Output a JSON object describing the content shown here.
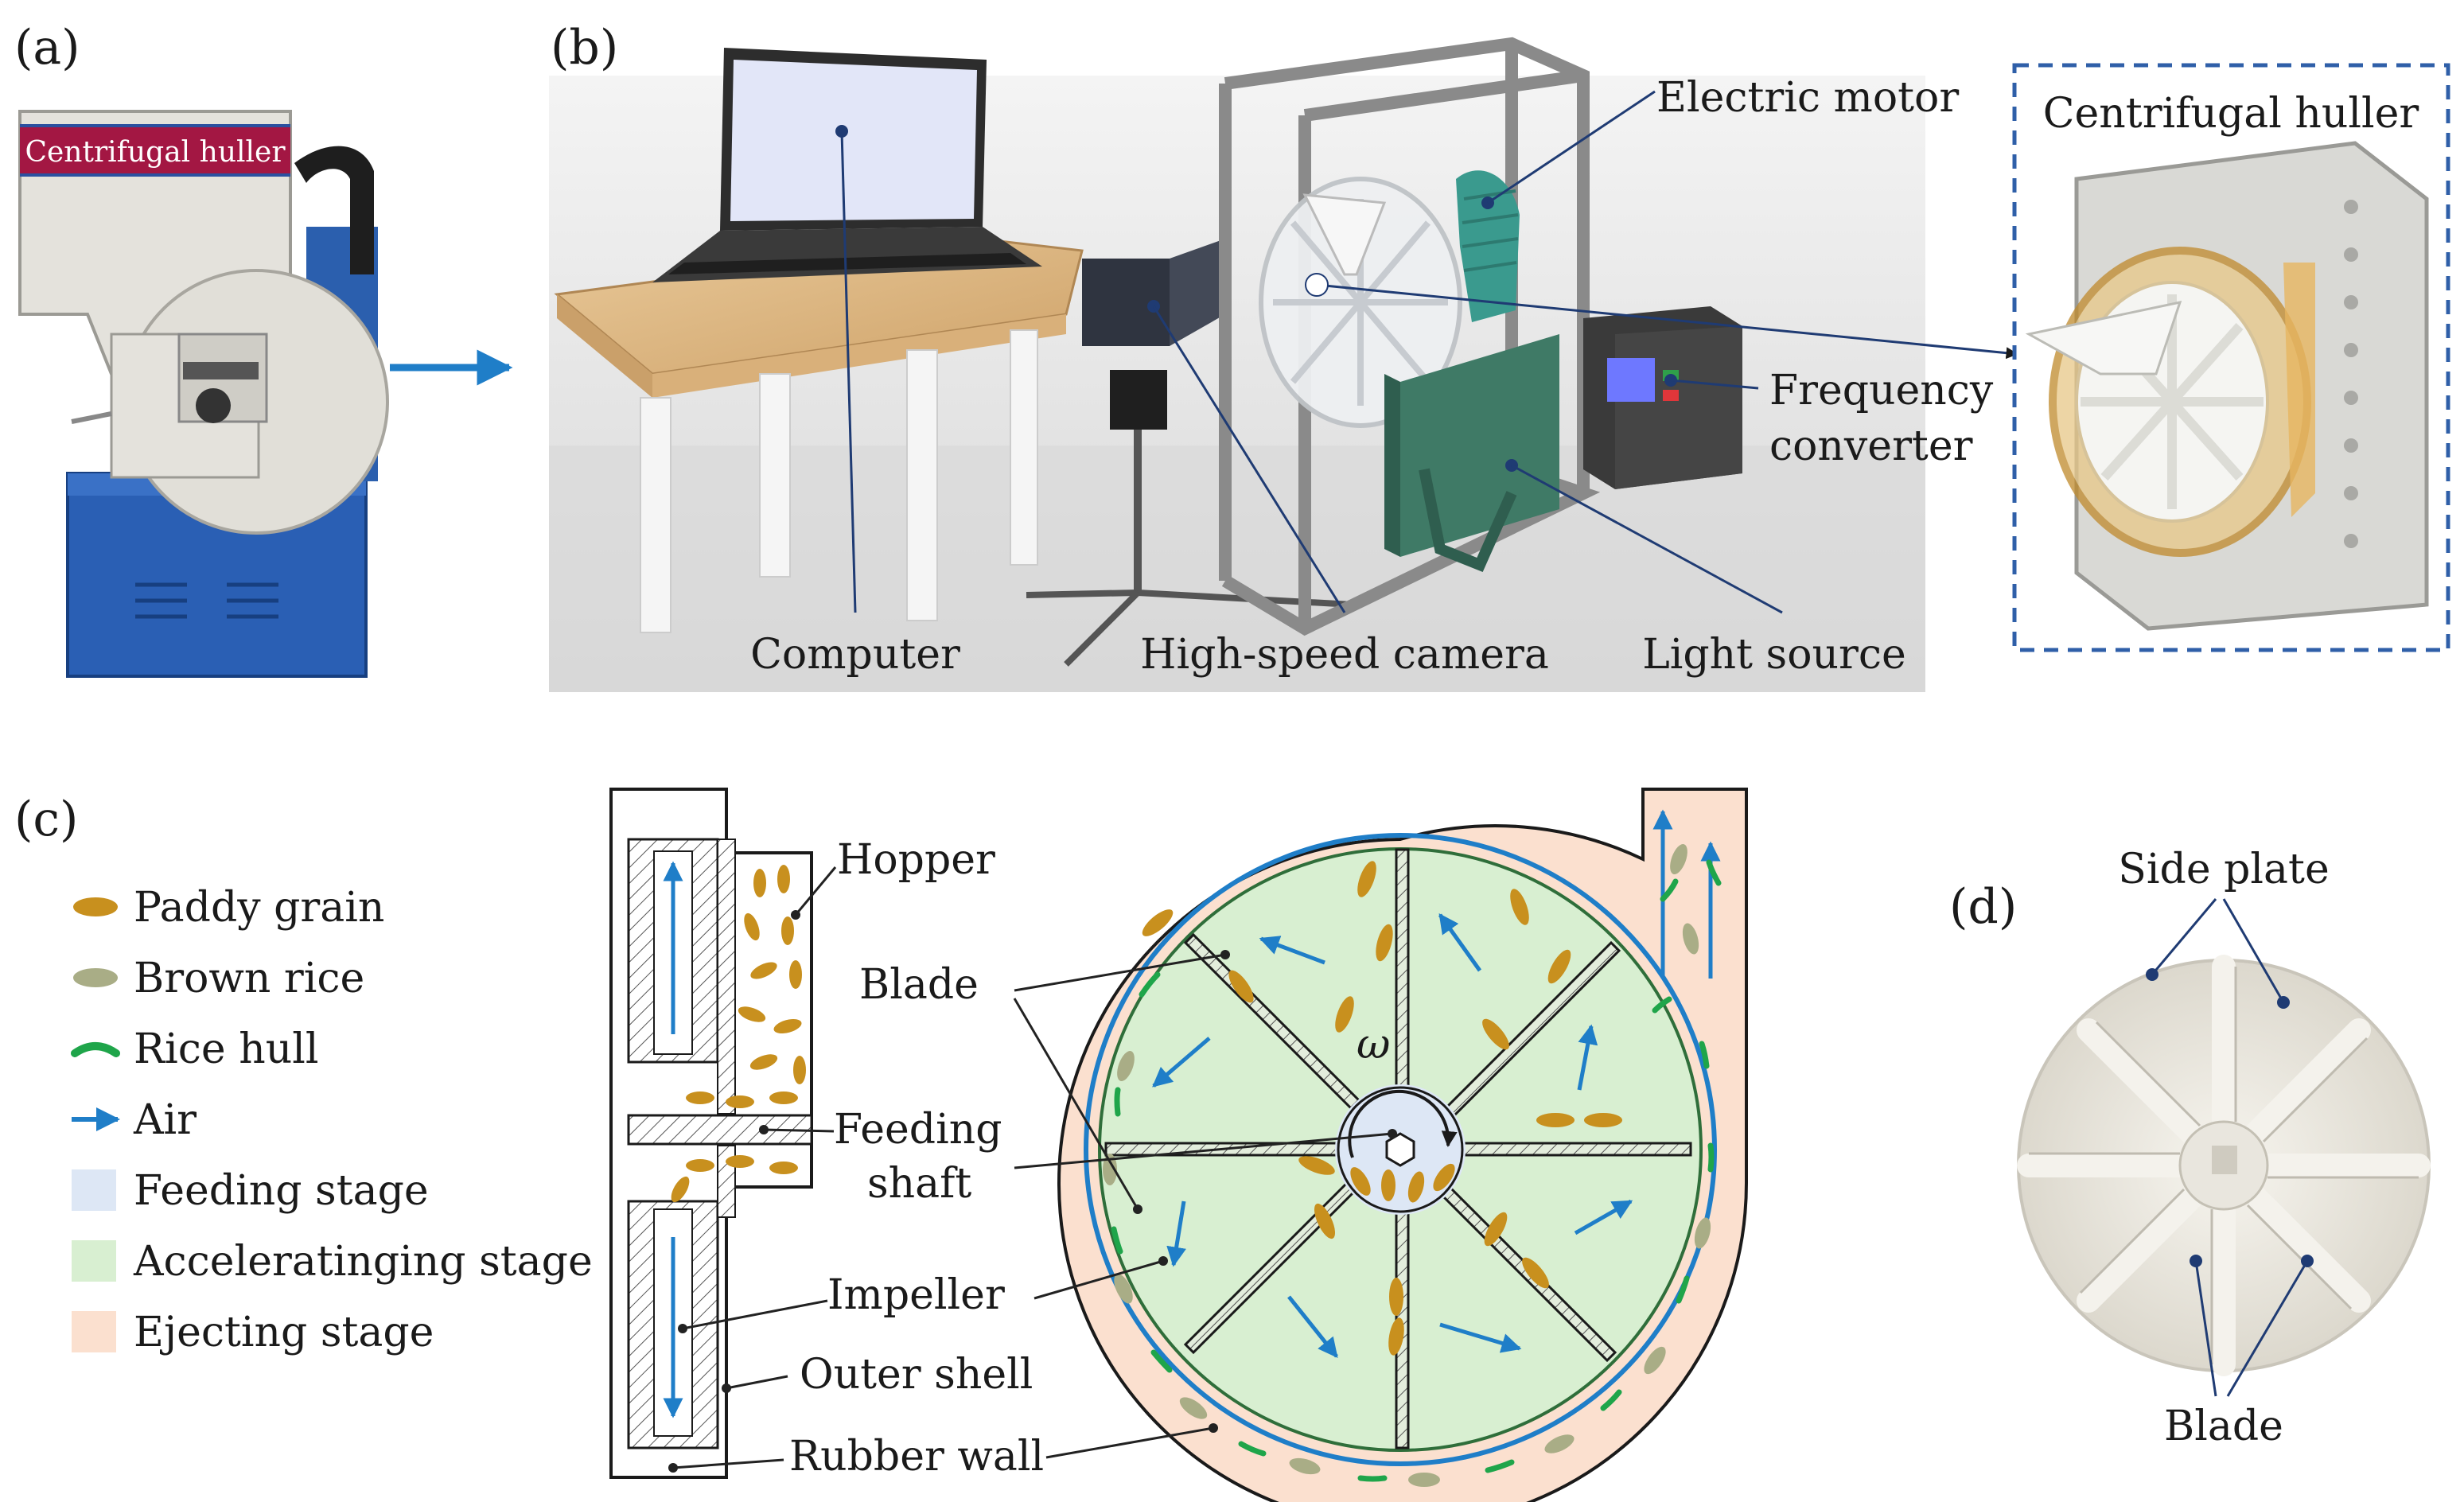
{
  "panels": {
    "a": {
      "letter": "(a)",
      "machine_label": "Centrifugal huller"
    },
    "b": {
      "letter": "(b)",
      "labels": {
        "computer": "Computer",
        "camera": "High-speed camera",
        "light": "Light source",
        "motor": "Electric motor",
        "freq_line1": "Frequency",
        "freq_line2": "converter",
        "huller_inset": "Centrifugal huller"
      }
    },
    "c": {
      "letter": "(c)",
      "legend": [
        {
          "label": "Paddy grain",
          "symbol": "paddy",
          "color": "#c8901e"
        },
        {
          "label": "Brown rice",
          "symbol": "brown",
          "color": "#a9ad86"
        },
        {
          "label": "Rice hull",
          "symbol": "hull",
          "color": "#1fa54a"
        },
        {
          "label": "Air",
          "symbol": "arrow",
          "color": "#1f7ec8"
        },
        {
          "label": "Feeding stage",
          "symbol": "box",
          "color": "#dde7f5"
        },
        {
          "label": "Acceleratinging stage",
          "symbol": "box",
          "color": "#d8efd1"
        },
        {
          "label": "Ejecting stage",
          "symbol": "box",
          "color": "#fbe0cf"
        }
      ],
      "callouts": {
        "hopper": "Hopper",
        "blade": "Blade",
        "feeding_line1": "Feeding",
        "feeding_line2": "shaft",
        "impeller": "Impeller",
        "outer_shell": "Outer shell",
        "rubber_wall": "Rubber wall",
        "omega": "ω"
      }
    },
    "d": {
      "letter": "(d)",
      "side_plate": "Side plate",
      "blade": "Blade"
    }
  },
  "colors": {
    "feeding": "#dde7f5",
    "accelerating": "#d8efd1",
    "ejecting": "#fbe0cf",
    "air": "#1f7ec8",
    "paddy": "#c8901e",
    "brown_rice": "#a9ad86",
    "hull": "#1fa54a",
    "leader_blue": "#1f3b73",
    "inset_border": "#2f5fa8"
  }
}
